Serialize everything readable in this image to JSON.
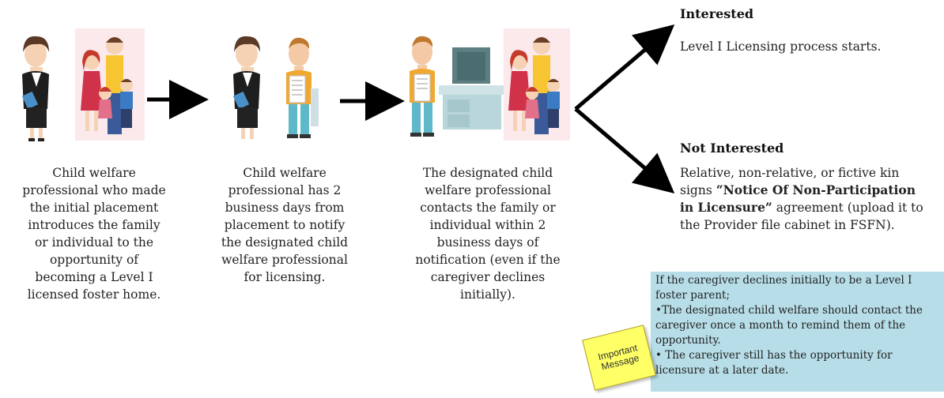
{
  "steps": [
    {
      "text_lines": [
        "Child welfare",
        "professional who made",
        "the initial placement",
        "introduces the family",
        "or individual to the",
        "opportunity of",
        "becoming a Level I",
        "licensed foster home."
      ]
    },
    {
      "text_lines": [
        "Child welfare",
        "professional has 2",
        "business days from",
        "placement to notify",
        "the designated child",
        "welfare professional",
        "for licensing."
      ]
    },
    {
      "text_lines": [
        "The designated child",
        "welfare professional",
        "contacts the family or",
        "individual within 2",
        "business days of",
        "notification (even if  the",
        "caregiver declines",
        "initially)."
      ]
    }
  ],
  "outcomes": {
    "interested": {
      "heading": "Interested",
      "text": "Level I Licensing process starts."
    },
    "not_interested": {
      "heading": "Not Interested",
      "line1": "Relative, non-relative, or fictive kin",
      "line2_prefix": "signs ",
      "notice_bold": "“Notice Of Non-Participation",
      "line3_bold": "in Licensure”",
      "line3_suffix": " agreement (upload it to",
      "line4": "the Provider file cabinet in FSFN)."
    }
  },
  "note": {
    "lines": [
      "If  the caregiver declines initially to be a Level I",
      "foster parent;",
      "•The designated child welfare should contact the",
      "caregiver once a month to remind them of  the",
      "opportunity.",
      "• The caregiver still has the opportunity for",
      "licensure at a later date."
    ]
  },
  "sticky_note": {
    "line1": "Important",
    "line2": "Message"
  },
  "colors": {
    "note_bg": "#b7dee8",
    "sticky_bg": "#ffff66",
    "arrow": "#000000"
  }
}
